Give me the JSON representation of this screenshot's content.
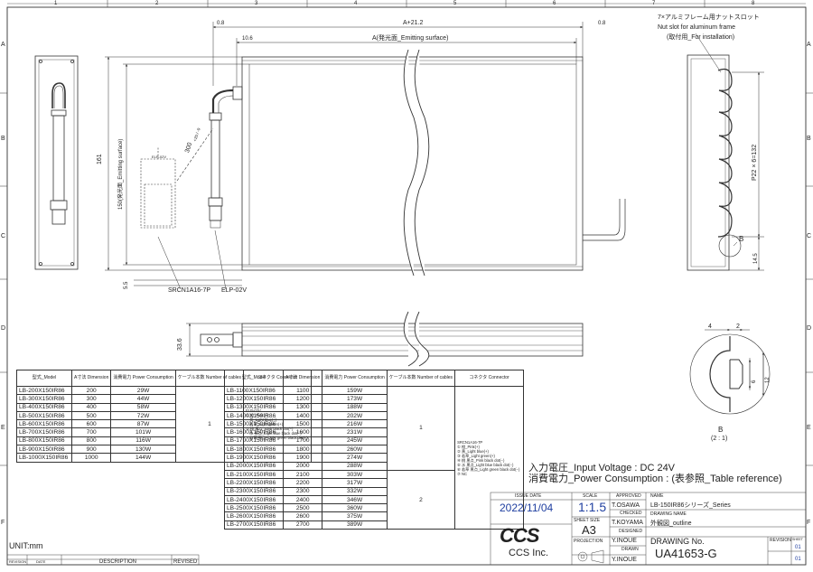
{
  "border": {
    "columns": [
      "1",
      "2",
      "3",
      "4",
      "5",
      "6",
      "7",
      "8"
    ],
    "rows": [
      "A",
      "B",
      "C",
      "D",
      "E",
      "F"
    ]
  },
  "dims": {
    "d08": "0.8",
    "a_total": "A+21.2",
    "d106": "10.6",
    "a_emit": "A(発光面_Emitting surface)",
    "h161": "161",
    "h150": "150(発光面_Emitting surface)",
    "r300": "300",
    "r300_tol": "+20 / -0",
    "d55": "5.5",
    "d336": "33.6",
    "p22": "P22 × 6=132",
    "d145": "14.5",
    "det4": "4",
    "det2": "2",
    "det6": "6",
    "det12": "12"
  },
  "labels": {
    "slot_jp": "7×アルミフレーム用ナットスロット",
    "slot_en": "Nut slot for aluminum frame",
    "slot_note": "(取付用_For installation)",
    "conn_a": "SRCN1A16-7P",
    "conn_b": "ELP-02V",
    "detail_b": "B",
    "detail_title": "B",
    "detail_scale": "(2 : 1)",
    "elp_small": "ELP-02V"
  },
  "spec_table_left": {
    "headers": [
      "型式_Model",
      "A寸法 Dimension",
      "消費電力 Power Consumption",
      "ケーブル本数 Number of cables",
      "コネクタ Connector"
    ],
    "rows": [
      [
        "LB-200X150IR86",
        "200",
        "29W"
      ],
      [
        "LB-300X150IR86",
        "300",
        "44W"
      ],
      [
        "LB-400X150IR86",
        "400",
        "58W"
      ],
      [
        "LB-500X150IR86",
        "500",
        "72W"
      ],
      [
        "LB-600X150IR86",
        "600",
        "87W"
      ],
      [
        "LB-700X150IR86",
        "700",
        "101W"
      ],
      [
        "LB-800X150IR86",
        "800",
        "116W"
      ],
      [
        "LB-900X150IR86",
        "900",
        "130W"
      ],
      [
        "LB-1000X150IR86",
        "1000",
        "144W"
      ]
    ],
    "cables": "1",
    "connector": [
      "ELP-02V",
      "① 橙_Pink(+)",
      "　黄_Light blue(+)",
      "　若草_Light green(+)",
      "② 桃 黒点_Pink black dot(−)",
      "　水 黒点_Light blue black dot(−)",
      "　若草 黒点_Light green black dot(−)"
    ]
  },
  "spec_table_right": {
    "headers": [
      "型式_Model",
      "A寸法 Dimension",
      "消費電力 Power Consumption",
      "ケーブル本数 Number of cables",
      "コネクタ Connector"
    ],
    "rows": [
      [
        "LB-1100X150IR86",
        "1100",
        "159W"
      ],
      [
        "LB-1200X150IR86",
        "1200",
        "173W"
      ],
      [
        "LB-1300X150IR86",
        "1300",
        "188W"
      ],
      [
        "LB-1400X150IR86",
        "1400",
        "202W"
      ],
      [
        "LB-1500X150IR86",
        "1500",
        "216W"
      ],
      [
        "LB-1600X150IR86",
        "1600",
        "231W"
      ],
      [
        "LB-1700X150IR86",
        "1700",
        "245W"
      ],
      [
        "LB-1800X150IR86",
        "1800",
        "260W"
      ],
      [
        "LB-1900X150IR86",
        "1900",
        "274W"
      ],
      [
        "LB-2000X150IR86",
        "2000",
        "288W"
      ],
      [
        "LB-2100X150IR86",
        "2100",
        "303W"
      ],
      [
        "LB-2200X150IR86",
        "2200",
        "317W"
      ],
      [
        "LB-2300X150IR86",
        "2300",
        "332W"
      ],
      [
        "LB-2400X150IR86",
        "2400",
        "346W"
      ],
      [
        "LB-2500X150IR86",
        "2500",
        "360W"
      ],
      [
        "LB-2600X150IR86",
        "2600",
        "375W"
      ],
      [
        "LB-2700X150IR86",
        "2700",
        "389W"
      ]
    ],
    "cables_1": "1",
    "cables_2": "2",
    "connector": [
      "SRCN1A16-7P",
      "① 橙_Pink(+)",
      "② 黄_Light blue(+)",
      "③ 若草_Light green(+)",
      "④ 桃 黒点_Pink black dot(−)",
      "⑤ 水 黒点_Light blue black dot(−)",
      "⑥ 若草 黒点_Light green black dot(−)",
      "⑦ NC"
    ]
  },
  "notes": {
    "voltage": "入力電圧_Input Voltage : DC 24V",
    "power": "消費電力_Power Consumption : (表参照_Table reference)",
    "unit": "UNIT:mm"
  },
  "title_block": {
    "issue_date_label": "ISSUE DATE",
    "issue_date": "2022/11/04",
    "scale_label": "SCALE",
    "scale": "1:1.5",
    "approved_label": "APPROVED",
    "approved": "T.OSAWA",
    "checked_label": "CHECKED",
    "checked": "T.KOYAMA",
    "designed_label": "DESIGNED",
    "designed": "Y.INOUE",
    "drawn_label": "DRAWN",
    "drawn": "Y.INOUE",
    "sheet_size_label": "SHEET SIZE",
    "sheet_size": "A3",
    "projection_label": "PROJECTION",
    "name_label": "NAME",
    "name": "LB-150IR86シリーズ_Series",
    "drawing_name_label": "DRAWING NAME",
    "drawing_name": "外観図_outline",
    "drawing_no_label": "DRAWING No.",
    "drawing_no": "UA41653-G",
    "revision_label": "REVISION",
    "sheet_label": "SHEET",
    "revision": "01",
    "sheet": "01",
    "logo": "CCS",
    "company": "CCS Inc."
  },
  "revision_block": {
    "revision": "REVISION",
    "date": "DATE",
    "description": "DESCRIPTION",
    "revised": "REVISED"
  }
}
